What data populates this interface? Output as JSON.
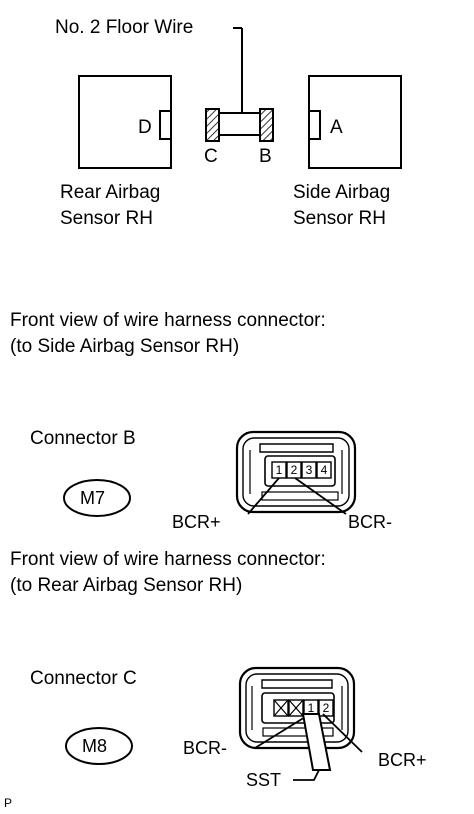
{
  "top": {
    "floor_wire_label": "No. 2 Floor Wire",
    "rear_sensor_label": [
      "Rear Airbag",
      "Sensor RH"
    ],
    "side_sensor_label": [
      "Side Airbag",
      "Sensor RH"
    ],
    "connector_letters": {
      "d": "D",
      "c": "C",
      "b": "B",
      "a": "A"
    }
  },
  "section_b": {
    "heading": [
      "Front view of wire harness connector:",
      "(to Side Airbag Sensor RH)"
    ],
    "connector_label": "Connector B",
    "badge": "M7",
    "pins": [
      "1",
      "2",
      "3",
      "4"
    ],
    "left_terminal": "BCR+",
    "right_terminal": "BCR-"
  },
  "section_c": {
    "heading": [
      "Front view of wire harness connector:",
      "(to Rear Airbag Sensor RH)"
    ],
    "connector_label": "Connector C",
    "badge": "M8",
    "pins": [
      "1",
      "2"
    ],
    "left_terminal": "BCR-",
    "right_terminal": "BCR+",
    "tool_label": "SST"
  },
  "footer_mark": "P"
}
